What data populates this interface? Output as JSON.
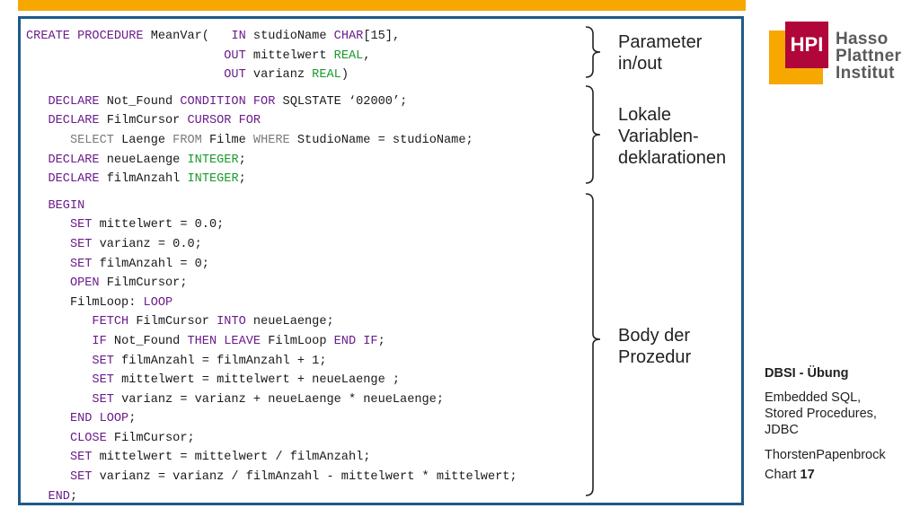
{
  "code": {
    "header": [
      [
        [
          "kw",
          "CREATE PROCEDURE"
        ],
        [
          "t",
          " MeanVar(   "
        ],
        [
          "kw",
          "IN"
        ],
        [
          "t",
          " studioName "
        ],
        [
          "kw",
          "CHAR"
        ],
        [
          "t",
          "[15],"
        ]
      ],
      [
        [
          "t",
          "                           "
        ],
        [
          "kw",
          "OUT"
        ],
        [
          "t",
          " mittelwert "
        ],
        [
          "kw2",
          "REAL"
        ],
        [
          "t",
          ","
        ]
      ],
      [
        [
          "t",
          "                           "
        ],
        [
          "kw",
          "OUT"
        ],
        [
          "t",
          " varianz "
        ],
        [
          "kw2",
          "REAL"
        ],
        [
          "t",
          ")"
        ]
      ]
    ],
    "declarations": [
      [
        [
          "t",
          "   "
        ],
        [
          "kw",
          "DECLARE"
        ],
        [
          "t",
          " Not_Found "
        ],
        [
          "kw",
          "CONDITION FOR"
        ],
        [
          "t",
          " SQLSTATE ‘02000’;"
        ]
      ],
      [
        [
          "t",
          "   "
        ],
        [
          "kw",
          "DECLARE"
        ],
        [
          "t",
          " FilmCursor "
        ],
        [
          "kw",
          "CURSOR FOR"
        ]
      ],
      [
        [
          "t",
          "      "
        ],
        [
          "kw3",
          "SELECT"
        ],
        [
          "t",
          " Laenge "
        ],
        [
          "kw3",
          "FROM"
        ],
        [
          "t",
          " Filme "
        ],
        [
          "kw3",
          "WHERE"
        ],
        [
          "t",
          " StudioName = studioName;"
        ]
      ],
      [
        [
          "t",
          "   "
        ],
        [
          "kw",
          "DECLARE"
        ],
        [
          "t",
          " neueLaenge "
        ],
        [
          "kw2",
          "INTEGER"
        ],
        [
          "t",
          ";"
        ]
      ],
      [
        [
          "t",
          "   "
        ],
        [
          "kw",
          "DECLARE"
        ],
        [
          "t",
          " filmAnzahl "
        ],
        [
          "kw2",
          "INTEGER"
        ],
        [
          "t",
          ";"
        ]
      ]
    ],
    "body": [
      [
        [
          "t",
          "   "
        ],
        [
          "kw",
          "BEGIN"
        ]
      ],
      [
        [
          "t",
          "      "
        ],
        [
          "kw",
          "SET"
        ],
        [
          "t",
          " mittelwert = 0.0;"
        ]
      ],
      [
        [
          "t",
          "      "
        ],
        [
          "kw",
          "SET"
        ],
        [
          "t",
          " varianz = 0.0;"
        ]
      ],
      [
        [
          "t",
          "      "
        ],
        [
          "kw",
          "SET"
        ],
        [
          "t",
          " filmAnzahl = 0;"
        ]
      ],
      [
        [
          "t",
          "      "
        ],
        [
          "kw",
          "OPEN"
        ],
        [
          "t",
          " FilmCursor;"
        ]
      ],
      [
        [
          "t",
          "      FilmLoop: "
        ],
        [
          "kw",
          "LOOP"
        ]
      ],
      [
        [
          "t",
          "         "
        ],
        [
          "kw",
          "FETCH"
        ],
        [
          "t",
          " FilmCursor "
        ],
        [
          "kw",
          "INTO"
        ],
        [
          "t",
          " neueLaenge;"
        ]
      ],
      [
        [
          "t",
          "         "
        ],
        [
          "kw",
          "IF"
        ],
        [
          "t",
          " Not_Found "
        ],
        [
          "kw",
          "THEN LEAVE"
        ],
        [
          "t",
          " FilmLoop "
        ],
        [
          "kw",
          "END IF"
        ],
        [
          "t",
          ";"
        ]
      ],
      [
        [
          "t",
          "         "
        ],
        [
          "kw",
          "SET"
        ],
        [
          "t",
          " filmAnzahl = filmAnzahl + 1;"
        ]
      ],
      [
        [
          "t",
          "         "
        ],
        [
          "kw",
          "SET"
        ],
        [
          "t",
          " mittelwert = mittelwert + neueLaenge ;"
        ]
      ],
      [
        [
          "t",
          "         "
        ],
        [
          "kw",
          "SET"
        ],
        [
          "t",
          " varianz = varianz + neueLaenge * neueLaenge;"
        ]
      ],
      [
        [
          "t",
          "      "
        ],
        [
          "kw",
          "END LOOP"
        ],
        [
          "t",
          ";"
        ]
      ],
      [
        [
          "t",
          "      "
        ],
        [
          "kw",
          "CLOSE"
        ],
        [
          "t",
          " FilmCursor;"
        ]
      ],
      [
        [
          "t",
          "      "
        ],
        [
          "kw",
          "SET"
        ],
        [
          "t",
          " mittelwert = mittelwert / filmAnzahl;"
        ]
      ],
      [
        [
          "t",
          "      "
        ],
        [
          "kw",
          "SET"
        ],
        [
          "t",
          " varianz = varianz / filmAnzahl - mittelwert * mittelwert;"
        ]
      ],
      [
        [
          "t",
          "   "
        ],
        [
          "kw",
          "END"
        ],
        [
          "t",
          ";"
        ]
      ]
    ]
  },
  "annotations": {
    "params": "Parameter\nin/out",
    "locals": "Lokale\nVariablen-\ndeklarationen",
    "body": "Body der\nProzedur"
  },
  "logo": {
    "mark": "HPI",
    "name_line1": "Hasso",
    "name_line2": "Plattner",
    "name_line3": "Institut"
  },
  "sidebar": {
    "course": "DBSI - Übung",
    "topic_line1": "Embedded SQL,",
    "topic_line2": "Stored Procedures,",
    "topic_line3": "JDBC",
    "author": "ThorstenPapenbrock",
    "chart_label": "Chart",
    "chart_number": "17"
  },
  "colors": {
    "accent_orange": "#f6a800",
    "accent_red": "#b1063a",
    "frame_blue": "#1d5a8a",
    "keyword_purple": "#6b1c8c",
    "type_green": "#1a9a2a",
    "sql_gray": "#7a7a7a"
  }
}
